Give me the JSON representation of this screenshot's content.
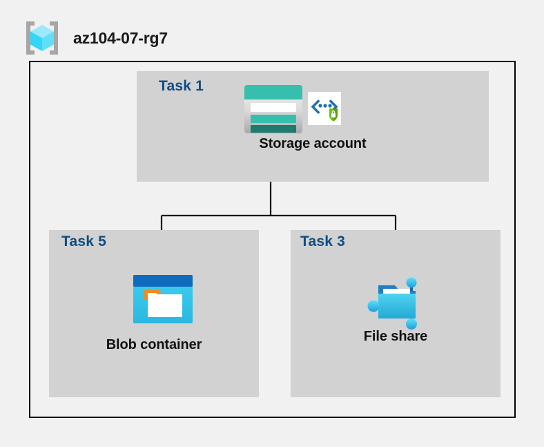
{
  "header": {
    "icon": "resource-group-icon",
    "title": "az104-07-rg7"
  },
  "diagram": {
    "boundary_label": "resource-group-boundary",
    "nodes": [
      {
        "id": "storage-account",
        "task_label": "Task 1",
        "caption": "Storage account",
        "icons": [
          "storage-account-icon",
          "secure-endpoint-icon"
        ]
      },
      {
        "id": "blob-container",
        "task_label": "Task 5",
        "caption": "Blob container",
        "icons": [
          "blob-container-icon"
        ]
      },
      {
        "id": "file-share",
        "task_label": "Task 3",
        "caption": "File share",
        "icons": [
          "file-share-icon"
        ]
      }
    ]
  },
  "colors": {
    "page_background": "#f1f1f1",
    "panel_fill": "#d2d2d2",
    "boundary_stroke": "#000000",
    "task_label": "#0f4c81",
    "caption": "#101010",
    "storage_teal": "#37bfae",
    "storage_teal_dark": "#1f7a6f",
    "blob_blue": "#0f6cbd",
    "blob_cyan": "#32c3ef",
    "blob_orange": "#f28b1c",
    "fileshare_cyan": "#32c3ef",
    "shield_green": "#57a300",
    "bracket_blue": "#1f6fb5",
    "cube_cyan": "#7fe3f7"
  }
}
